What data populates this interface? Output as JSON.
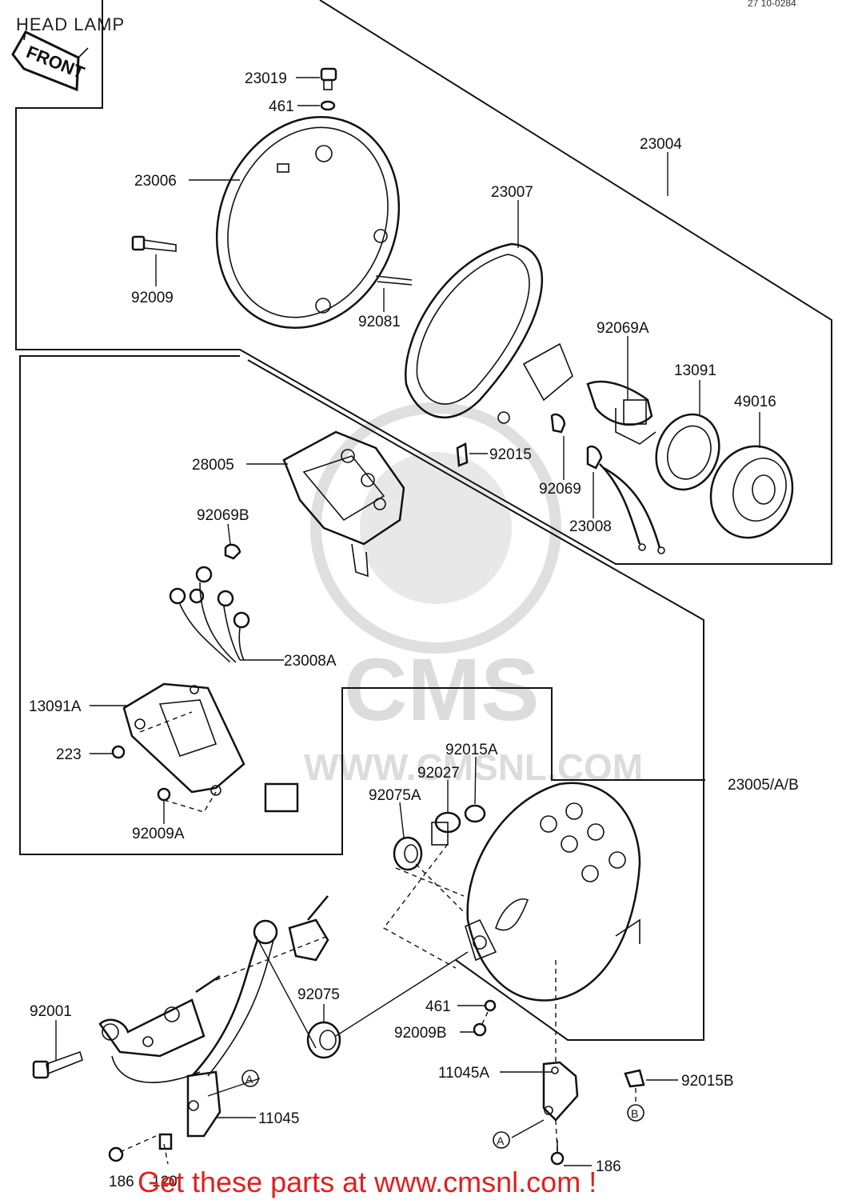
{
  "title": "HEAD LAMP",
  "drawing_code": "27 10-0284",
  "front_label": "FRONT",
  "footer": "Get these parts at www.cmsnl.com !",
  "watermark": {
    "brand": "CMS",
    "url": "WWW.CMSNL.COM"
  },
  "labels": {
    "p23019": "23019",
    "p461a": "461",
    "p23004": "23004",
    "p23006": "23006",
    "p23007": "23007",
    "p92009": "92009",
    "p92081": "92081",
    "p92069A": "92069A",
    "p13091": "13091",
    "p49016": "49016",
    "p28005": "28005",
    "p92015": "92015",
    "p92069": "92069",
    "p23008": "23008",
    "p92069B": "92069B",
    "p23008A": "23008A",
    "p13091A": "13091A",
    "p223": "223",
    "p92015A": "92015A",
    "p92027": "92027",
    "p92075A": "92075A",
    "p23005AB": "23005/A/B",
    "p92009A": "92009A",
    "p92001": "92001",
    "p92075": "92075",
    "p461b": "461",
    "p92009B": "92009B",
    "p11045A": "11045A",
    "p92015B": "92015B",
    "p11045": "11045",
    "p186a": "186",
    "p186b": "186",
    "p120": "120"
  },
  "callouts": {
    "a1": "A",
    "a2": "A",
    "b1": "B"
  }
}
